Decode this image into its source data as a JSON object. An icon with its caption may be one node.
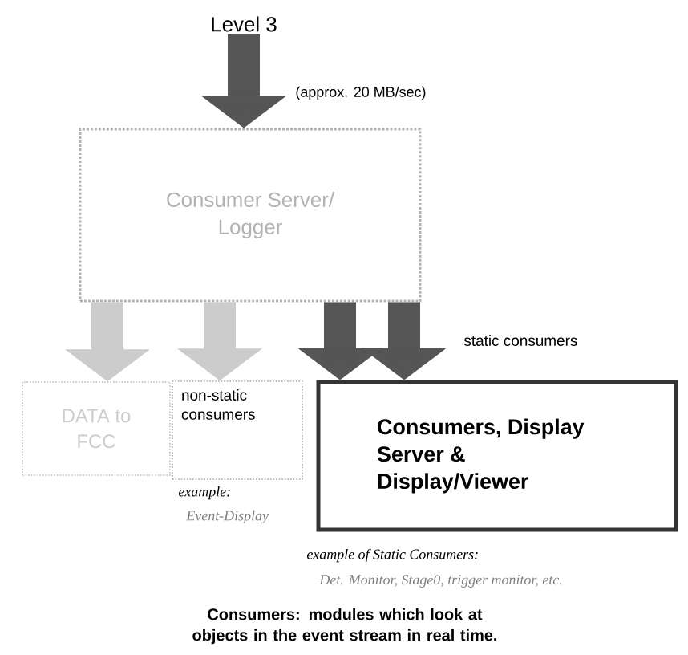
{
  "diagram": {
    "caption": "Consumers: modules which look at objects in the event stream in real time.",
    "nodes": [
      {
        "text": [
          "Level 3"
        ]
      },
      {
        "text": [
          "Consumer Server/ Logger"
        ]
      },
      {
        "text": [
          "DATA to FCC"
        ]
      },
      {
        "text": [
          "non-static consumers"
        ],
        "beside": [
          "example:",
          "Event-Display"
        ]
      },
      {
        "text": [
          "Consumers, Display Server & Display/Viewer"
        ],
        "beside": [
          "example of Static Consumers:",
          "Det. Monitor, Stage0, trigger monitor, etc."
        ]
      }
    ],
    "edges": [
      {
        "from": 0,
        "to": 1,
        "arrow": "to",
        "label": "(approx.  20 MB/sec)"
      },
      {
        "from": 1,
        "to": 2,
        "arrow": "to",
        "color": "#cccccc"
      },
      {
        "from": 1,
        "to": 3,
        "arrow": "to",
        "color": "#cccccc"
      },
      {
        "from": 1,
        "to": 4,
        "arrow": "to"
      },
      {
        "from": 1,
        "to": 4,
        "arrow": "to"
      }
    ],
    "labels": [
      "static consumers"
    ]
  }
}
